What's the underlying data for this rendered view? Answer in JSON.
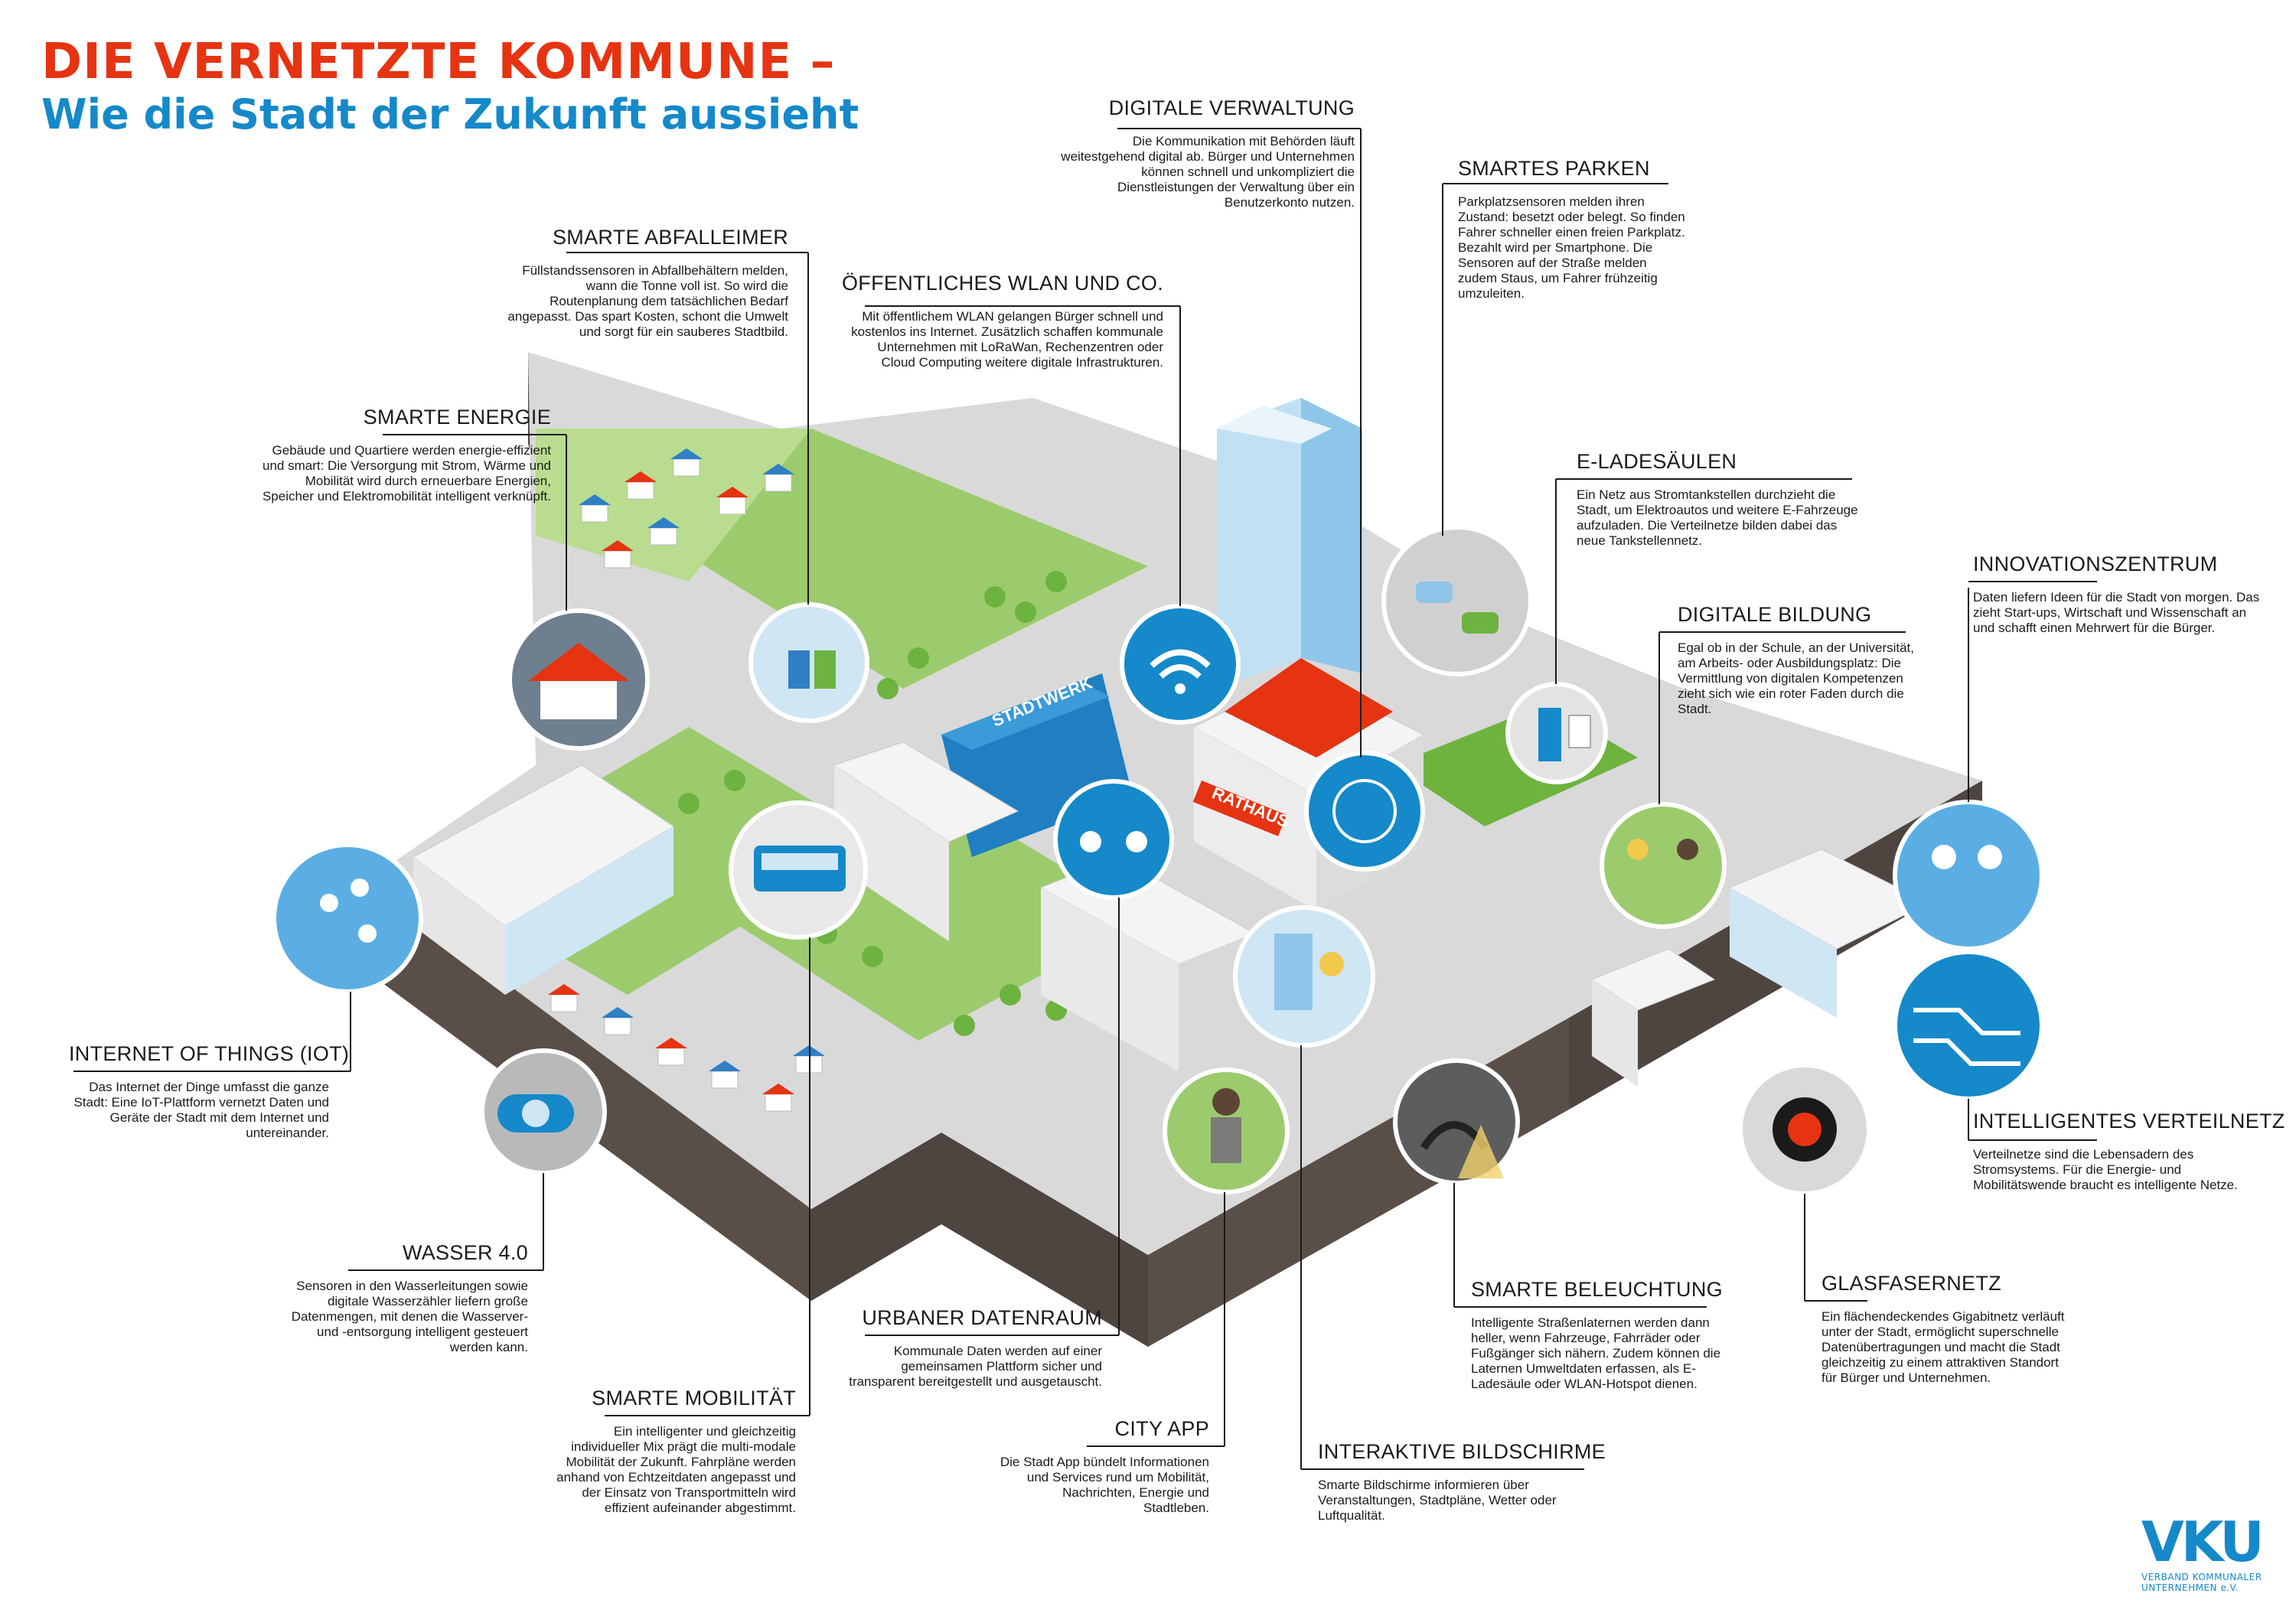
{
  "title": {
    "line1": "DIE VERNETZTE KOMMUNE –",
    "line2": "Wie die Stadt der Zukunft aussieht"
  },
  "colors": {
    "accent_red": "#e63312",
    "accent_blue": "#1589c9",
    "ground": "#4f4540",
    "street": "#d9d9d9",
    "grass": "#9ccb6d"
  },
  "city_labels": {
    "stadtwerk": "STADTWERK",
    "rathaus": "RATHAUS"
  },
  "labels": [
    {
      "id": "digitale_verwaltung",
      "heading": "DIGITALE VERWALTUNG",
      "text": "Die Kommunikation mit Behörden läuft weitestgehend digital ab. Bürger und Unternehmen können schnell und unkompliziert die Dienstleistungen der Verwaltung über ein Benutzerkonto nutzen."
    },
    {
      "id": "smartes_parken",
      "heading": "SMARTES PARKEN",
      "text": "Parkplatzsensoren melden ihren Zustand: besetzt oder belegt. So finden Fahrer schneller einen freien Parkplatz. Bezahlt wird per Smartphone. Die Sensoren auf der Straße melden zudem Staus, um Fahrer frühzeitig umzuleiten."
    },
    {
      "id": "smarte_abfalleimer",
      "heading": "SMARTE ABFALLEIMER",
      "text": "Füllstandssensoren in Abfallbehältern melden, wann die Tonne voll ist. So wird die Routenplanung dem tatsächlichen Bedarf angepasst. Das spart Kosten, schont die Umwelt und sorgt für ein sauberes Stadtbild."
    },
    {
      "id": "oeffentliches_wlan",
      "heading": "ÖFFENTLICHES WLAN UND CO.",
      "text": "Mit öffentlichem WLAN gelangen Bürger schnell und kostenlos ins Internet. Zusätzlich schaffen kommunale Unternehmen mit LoRaWan, Rechenzentren oder Cloud Computing weitere digitale Infrastrukturen."
    },
    {
      "id": "smarte_energie",
      "heading": "SMARTE ENERGIE",
      "text": "Gebäude und Quartiere werden energie-effizient und smart: Die Versorgung mit Strom, Wärme und Mobilität wird durch erneuerbare Energien, Speicher und Elektromobilität intelligent verknüpft."
    },
    {
      "id": "e_ladesaeulen",
      "heading": "E-LADESÄULEN",
      "text": "Ein Netz aus Stromtankstellen durchzieht die Stadt, um Elektroautos und weitere E-Fahrzeuge aufzuladen. Die Verteilnetze bilden dabei das neue Tankstellennetz."
    },
    {
      "id": "innovationszentrum",
      "heading": "INNOVATIONSZENTRUM",
      "text": "Daten liefern Ideen für die Stadt von morgen. Das zieht Start-ups, Wirtschaft und Wissenschaft an und schafft einen Mehrwert für die Bürger."
    },
    {
      "id": "digitale_bildung",
      "heading": "DIGITALE BILDUNG",
      "text": "Egal ob in der Schule, an der Universität, am Arbeits- oder Ausbildungsplatz: Die Vermittlung von digitalen Kompetenzen zieht sich wie ein roter Faden durch die Stadt."
    },
    {
      "id": "iot",
      "heading": "INTERNET OF THINGS (IOT)",
      "text": "Das Internet der Dinge umfasst die ganze Stadt: Eine IoT-Plattform vernetzt Daten und Geräte der Stadt mit dem Internet und untereinander."
    },
    {
      "id": "intelligentes_verteilnetz",
      "heading": "INTELLIGENTES VERTEILNETZ",
      "text": "Verteilnetze sind die Lebensadern des Stromsystems. Für die Energie- und Mobilitätswende braucht es intelligente Netze."
    },
    {
      "id": "wasser",
      "heading": "WASSER 4.0",
      "text": "Sensoren in den Wasserleitungen sowie digitale Wasserzähler liefern große Datenmengen, mit denen die Wasserver- und -entsorgung intelligent gesteuert werden kann."
    },
    {
      "id": "smarte_beleuchtung",
      "heading": "SMARTE BELEUCHTUNG",
      "text": "Intelligente Straßenlaternen werden dann heller, wenn Fahrzeuge, Fahrräder oder Fußgänger sich nähern. Zudem können die Laternen Umweltdaten erfassen, als E-Ladesäule oder WLAN-Hotspot dienen."
    },
    {
      "id": "glasfasernetz",
      "heading": "GLASFASERNETZ",
      "text": "Ein flächendeckendes Gigabitnetz verläuft unter der Stadt, ermöglicht superschnelle Datenübertragungen und macht die Stadt gleichzeitig zu einem attraktiven Standort für Bürger und Unternehmen."
    },
    {
      "id": "urbaner_datenraum",
      "heading": "URBANER DATENRAUM",
      "text": "Kommunale Daten werden auf einer gemeinsamen Plattform sicher und transparent bereitgestellt und ausgetauscht."
    },
    {
      "id": "smarte_mobilitaet",
      "heading": "SMARTE MOBILITÄT",
      "text": "Ein intelligenter und gleichzeitig individueller Mix prägt die multi-modale Mobilität der Zukunft. Fahrpläne werden anhand von Echtzeitdaten angepasst und der Einsatz von Transportmitteln wird effizient aufeinander abgestimmt."
    },
    {
      "id": "city_app",
      "heading": "CITY APP",
      "text": "Die Stadt App bündelt Informationen und Services rund um Mobilität, Nachrichten, Energie und Stadtleben."
    },
    {
      "id": "interaktive_bildschirme",
      "heading": "INTERAKTIVE BILDSCHIRME",
      "text": "Smarte Bildschirme informieren über Veranstaltungen, Stadtpläne, Wetter oder Luftqualität."
    }
  ],
  "logo": {
    "mark": "VKU",
    "line1": "VERBAND KOMMUNALER",
    "line2": "UNTERNEHMEN e.V."
  }
}
